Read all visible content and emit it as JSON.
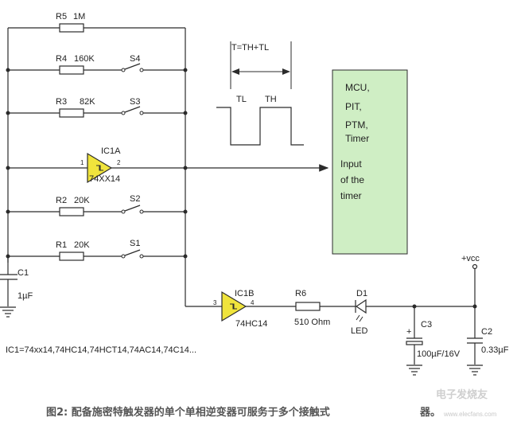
{
  "components": {
    "r5": {
      "name": "R5",
      "value": "1M"
    },
    "r4": {
      "name": "R4",
      "value": "160K"
    },
    "r3": {
      "name": "R3",
      "value": "82K"
    },
    "r2": {
      "name": "R2",
      "value": "20K"
    },
    "r1": {
      "name": "R1",
      "value": "20K"
    },
    "s4": "S4",
    "s3": "S3",
    "s2": "S2",
    "s1": "S1",
    "ic1a": {
      "name": "IC1A",
      "part": "74XX14",
      "pin_in": "1",
      "pin_out": "2"
    },
    "ic1b": {
      "name": "IC1B",
      "part": "74HC14",
      "pin_in": "3",
      "pin_out": "4"
    },
    "c1": {
      "name": "C1",
      "value": "1µF"
    },
    "r6": {
      "name": "R6",
      "value": "510 Ohm"
    },
    "d1": {
      "name": "D1",
      "type": "LED"
    },
    "c3": {
      "name": "C3",
      "value": "100µF/16V",
      "polarity": "+"
    },
    "c2": {
      "name": "C2",
      "value": "0.33µF"
    },
    "vcc": "+vcc"
  },
  "timing": {
    "formula": "T=TH+TL",
    "tl": "TL",
    "th": "TH"
  },
  "mcu_box": {
    "lines": [
      "MCU,",
      "PIT,",
      "PTM,",
      "Timer"
    ],
    "input_lines": [
      "Input",
      "of the",
      "timer"
    ],
    "color": "#cfeec4"
  },
  "ic_note": "IC1=74xx14,74HC14,74HCT14,74AC14,74C14...",
  "caption": "图2: 配备施密特触发器的单个单相逆变器可服务于多个接触式",
  "caption_tail": "器。",
  "watermark": "电子发烧友",
  "watermark_url": "www.elecfans.com"
}
